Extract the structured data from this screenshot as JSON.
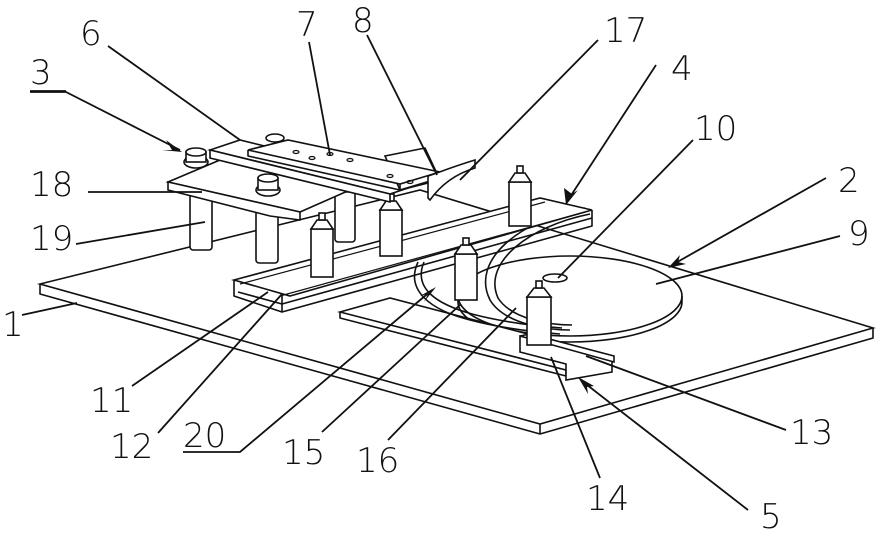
{
  "figure": {
    "description": "Isometric line drawing of a bottle conveying/turning device (patent figure)",
    "stroke_color": "#111111",
    "background_color": "#ffffff"
  },
  "labels": [
    {
      "id": "1",
      "text": "1"
    },
    {
      "id": "2",
      "text": "2"
    },
    {
      "id": "3",
      "text": "3",
      "underlined": true
    },
    {
      "id": "4",
      "text": "4"
    },
    {
      "id": "5",
      "text": "5"
    },
    {
      "id": "6",
      "text": "6"
    },
    {
      "id": "7",
      "text": "7"
    },
    {
      "id": "8",
      "text": "8"
    },
    {
      "id": "9",
      "text": "9"
    },
    {
      "id": "10",
      "text": "10"
    },
    {
      "id": "11",
      "text": "11"
    },
    {
      "id": "12",
      "text": "12"
    },
    {
      "id": "13",
      "text": "13"
    },
    {
      "id": "14",
      "text": "14"
    },
    {
      "id": "15",
      "text": "15"
    },
    {
      "id": "16",
      "text": "16"
    },
    {
      "id": "17",
      "text": "17"
    },
    {
      "id": "18",
      "text": "18"
    },
    {
      "id": "19",
      "text": "19"
    },
    {
      "id": "20",
      "text": "20",
      "underlined": true
    }
  ]
}
